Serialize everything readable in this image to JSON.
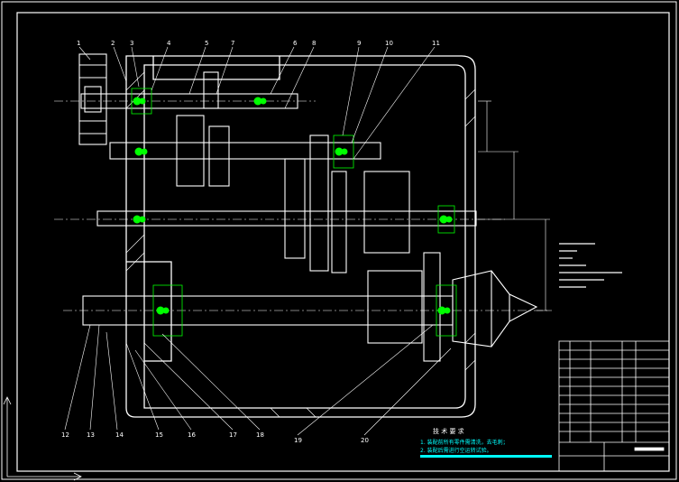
{
  "drawing": {
    "part_numbers": [
      "1",
      "2",
      "3",
      "4",
      "5",
      "7",
      "6",
      "8",
      "9",
      "10",
      "11",
      "12",
      "13",
      "14",
      "15",
      "16",
      "17",
      "18",
      "19",
      "20"
    ],
    "tech_title": "技 术 要 求",
    "tech_notes": [
      "1. 装配前所有零件需清洗，去毛刺；",
      "2. 装配后需进行空运转试验。"
    ],
    "colors": {
      "background": "#000000",
      "line": "#ffffff",
      "bearing": "#00ff00",
      "note_text": "#00ffff",
      "note_bar": "#00ffff"
    }
  }
}
